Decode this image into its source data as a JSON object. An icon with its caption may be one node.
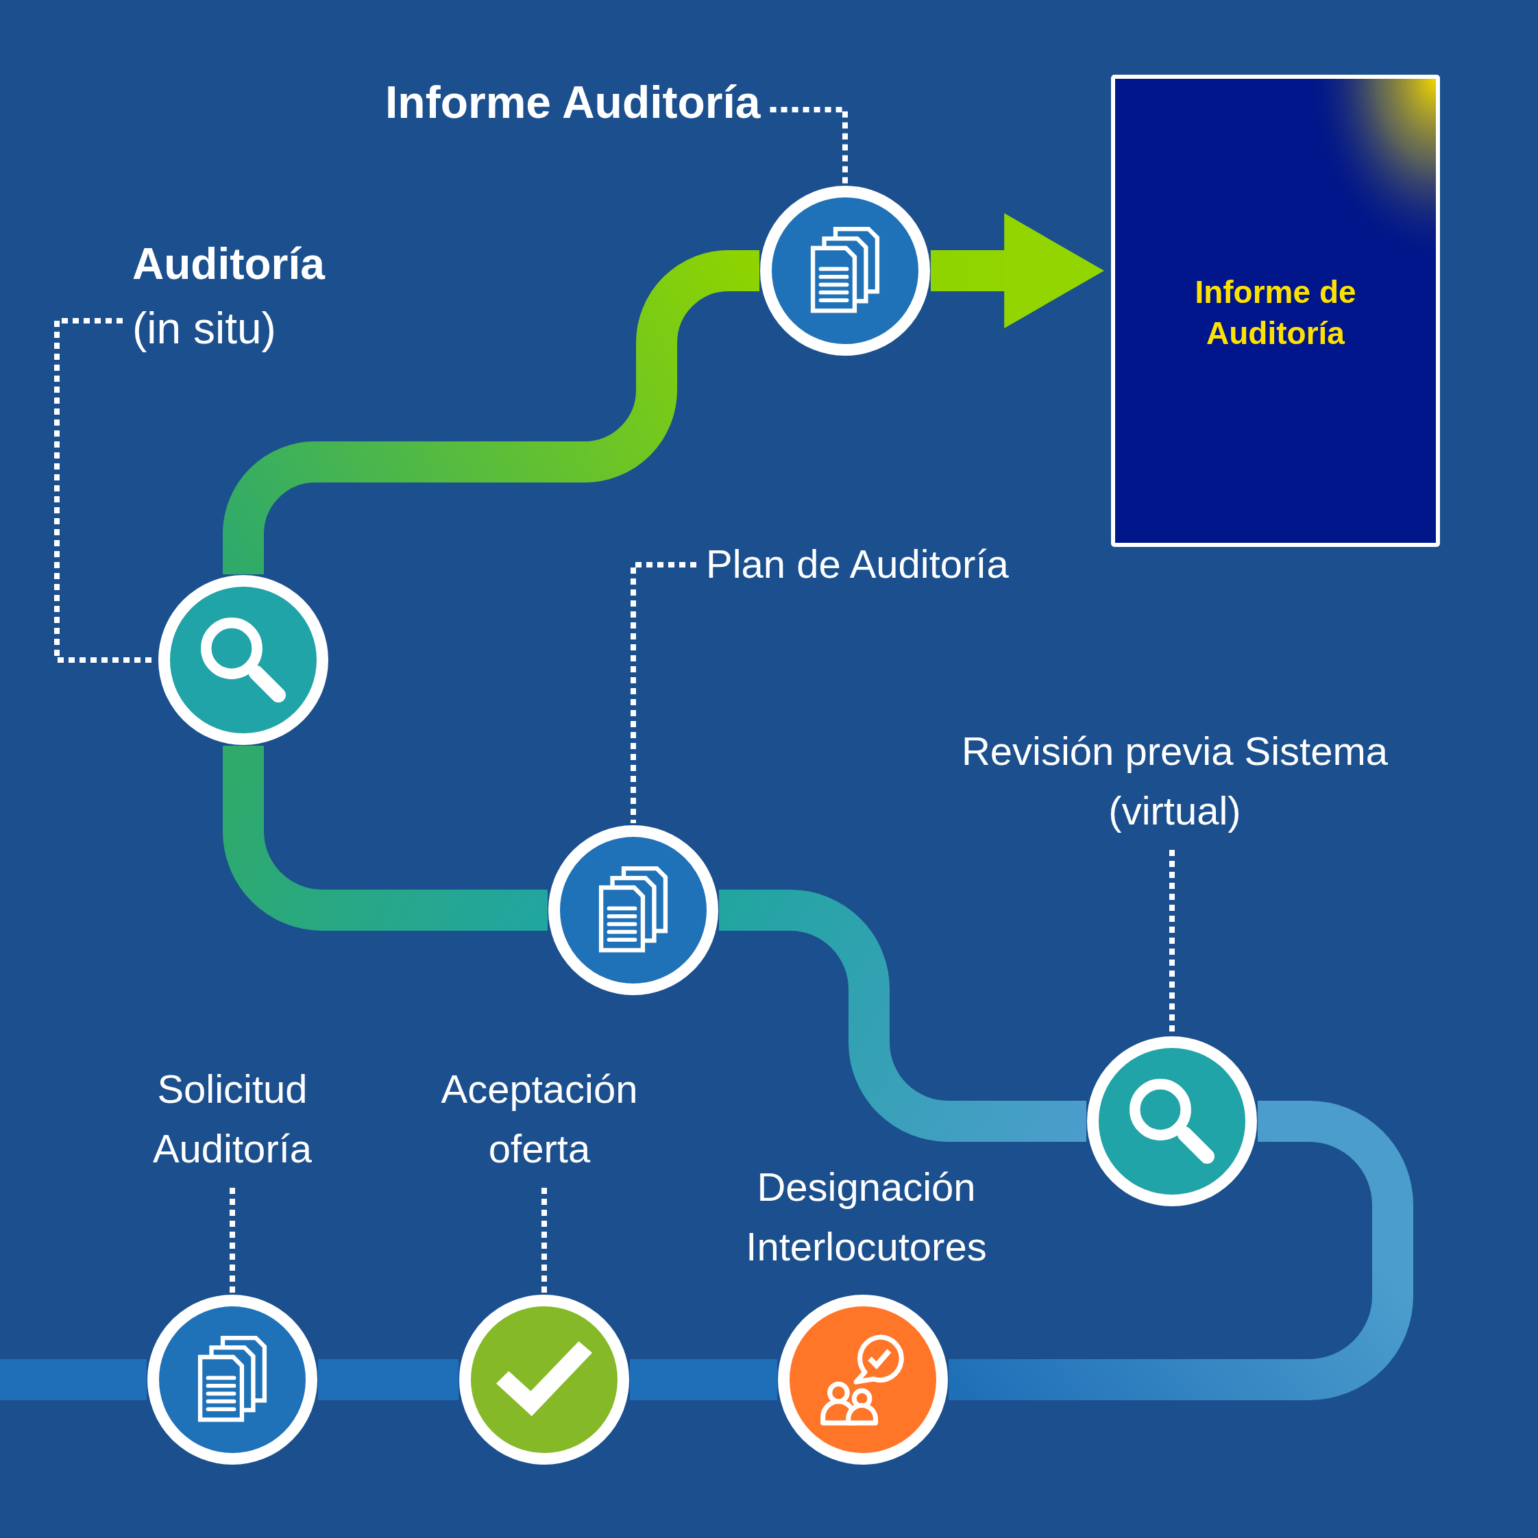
{
  "diagram": {
    "nodes": [
      {
        "text": [
          "Informe Auditoría"
        ]
      },
      {
        "text": [],
        "shape": "circle"
      },
      {
        "text": [
          "Informe de Auditoría"
        ]
      },
      {
        "text": [
          "Auditoría",
          "(in situ)"
        ]
      },
      {
        "text": [
          "Plan de Auditoría"
        ]
      },
      {
        "text": [],
        "shape": "circle"
      },
      {
        "text": [
          "Revisión previa Sistema (virtual)"
        ]
      },
      {
        "text": [],
        "shape": "circle"
      },
      {
        "text": [],
        "shape": "circle"
      },
      {
        "text": [
          "Solicitud Auditoría"
        ]
      },
      {
        "text": [
          "Aceptación oferta"
        ]
      },
      {
        "text": [],
        "shape": "circle"
      },
      {
        "text": [],
        "shape": "circle"
      },
      {
        "text": [],
        "shape": "circle",
        "beside": [
          "Designación Interlocutores"
        ]
      }
    ],
    "edges": [
      {
        "from": null,
        "to": 11,
        "arrow": "none",
        "color": "#1f6fb8"
      },
      {
        "from": 11,
        "to": 12,
        "arrow": "none",
        "color": "#1f6fb8"
      },
      {
        "from": 12,
        "to": 13,
        "arrow": "none",
        "color": "#1f6fb8"
      },
      {
        "from": 13,
        "to": 8,
        "arrow": "none",
        "color": "#4b9dcc"
      },
      {
        "from": 8,
        "to": 7,
        "arrow": "none",
        "color": "#21a5a0"
      },
      {
        "from": 7,
        "to": 5,
        "arrow": "none",
        "color": "#2faa6a"
      },
      {
        "from": 5,
        "to": 1,
        "arrow": "none",
        "color": "#8fd400"
      },
      {
        "from": 1,
        "to": 2,
        "arrow": "to",
        "color": "#93d500"
      },
      {
        "from": 0,
        "to": 1,
        "arrow": "none",
        "style": "dashed",
        "color": "#ffffff"
      },
      {
        "from": 3,
        "to": 5,
        "arrow": "none",
        "style": "dashed",
        "color": "#ffffff"
      },
      {
        "from": 4,
        "to": 7,
        "arrow": "none",
        "style": "dashed",
        "color": "#ffffff"
      },
      {
        "from": 6,
        "to": 8,
        "arrow": "none",
        "style": "dashed",
        "color": "#ffffff"
      },
      {
        "from": 9,
        "to": 11,
        "arrow": "none",
        "style": "dashed",
        "color": "#ffffff"
      },
      {
        "from": 10,
        "to": 12,
        "arrow": "none",
        "style": "dashed",
        "color": "#ffffff"
      }
    ]
  }
}
